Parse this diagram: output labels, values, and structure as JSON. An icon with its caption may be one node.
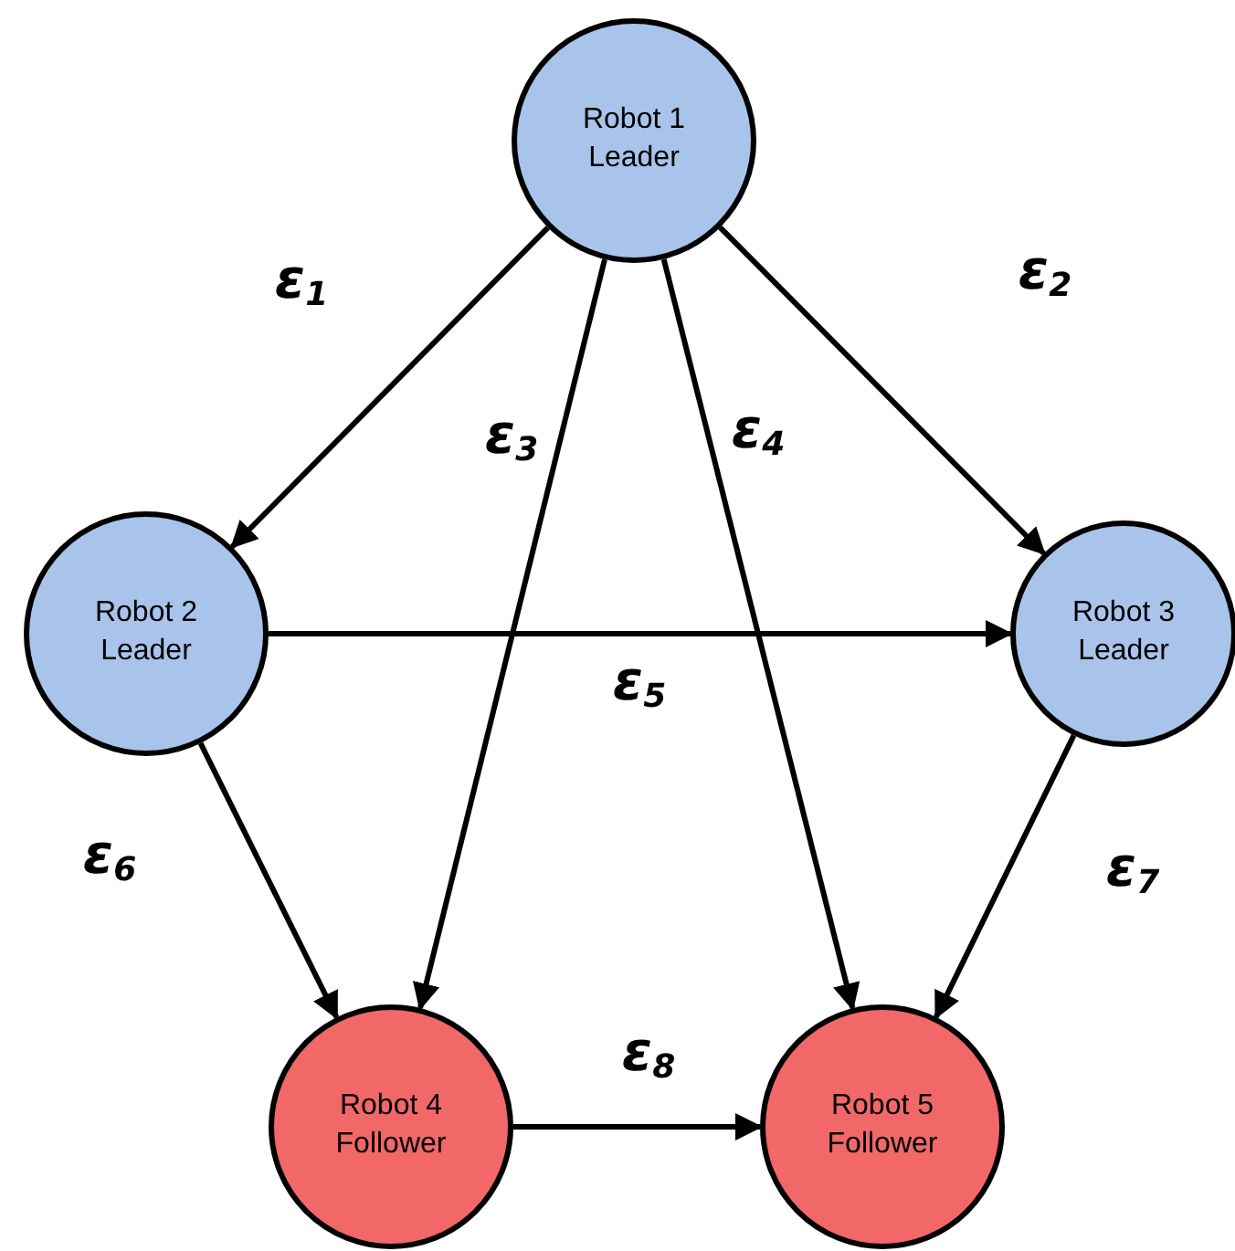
{
  "diagram": {
    "nodes": [
      {
        "text": [
          "Robot 1 Leader"
        ]
      },
      {
        "text": [
          "Robot 2 Leader"
        ]
      },
      {
        "text": [
          "Robot 3 Leader"
        ]
      },
      {
        "text": [
          "Robot 4 Follower"
        ]
      },
      {
        "text": [
          "Robot 5 Follower"
        ]
      }
    ],
    "edges": [
      {
        "from": 0,
        "to": 1,
        "arrow": "to",
        "label": "ε$_{1}$"
      },
      {
        "from": 0,
        "to": 2,
        "arrow": "to",
        "label": "ε$_{2}$"
      },
      {
        "from": 0,
        "to": 3,
        "arrow": "to",
        "label": "ε$_{3}$"
      },
      {
        "from": 0,
        "to": 4,
        "arrow": "to",
        "label": "ε$_{4}$"
      },
      {
        "from": 1,
        "to": 2,
        "arrow": "to",
        "label": "ε$_{5}$"
      },
      {
        "from": 1,
        "to": 3,
        "arrow": "to",
        "label": "ε$_{6}$"
      },
      {
        "from": 2,
        "to": 4,
        "arrow": "to",
        "label": "ε$_{7}$"
      },
      {
        "from": 3,
        "to": 4,
        "arrow": "to",
        "label": "ε$_{8}$"
      }
    ]
  }
}
